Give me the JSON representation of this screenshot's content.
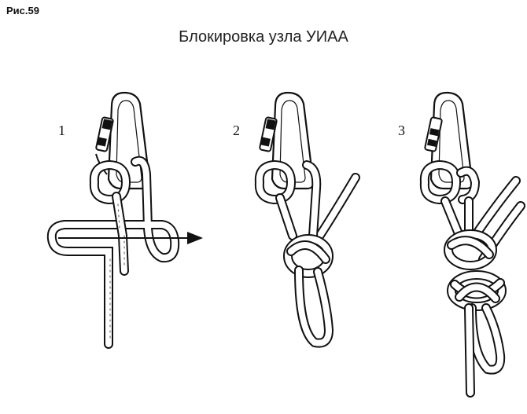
{
  "figure": {
    "label": "Рис.59",
    "title": "Блокировка узла УИАА"
  },
  "steps": [
    {
      "number": "1"
    },
    {
      "number": "2"
    },
    {
      "number": "3"
    }
  ],
  "colors": {
    "rope_outline": "#111111",
    "rope_fill": "#ffffff",
    "gate_band": "#111111",
    "bleed_text": "#c9c9c9"
  }
}
